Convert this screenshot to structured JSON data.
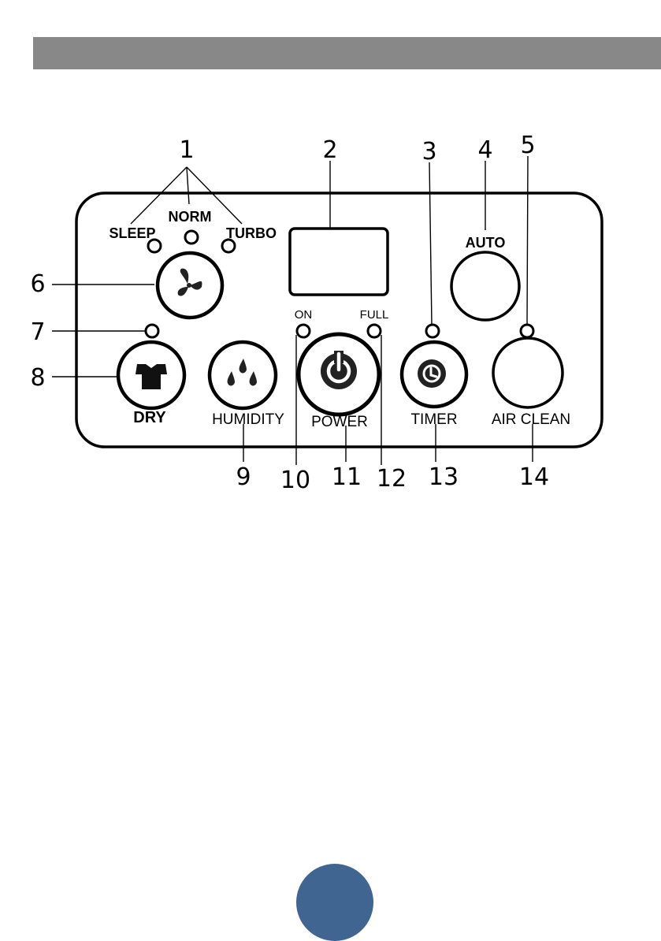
{
  "header_bar_color": "#888888",
  "page_marker_color": "#3f6590",
  "callouts": [
    "1",
    "2",
    "3",
    "4",
    "5",
    "6",
    "7",
    "8",
    "9",
    "10",
    "11",
    "12",
    "13",
    "14"
  ],
  "panel_labels": {
    "sleep": "SLEEP",
    "norm": "NORM",
    "turbo": "TURBO",
    "auto": "AUTO",
    "on": "ON",
    "full": "FULL",
    "dry": "DRY",
    "humidity": "HUMIDITY",
    "power": "POWER",
    "timer": "TIMER",
    "air_clean": "AIR CLEAN"
  },
  "icons": {
    "fan_button": "fan-icon",
    "dry_button": "shirt-icon",
    "humidity_button": "droplets-icon",
    "power_button": "power-icon",
    "timer_button": "clock-icon"
  }
}
